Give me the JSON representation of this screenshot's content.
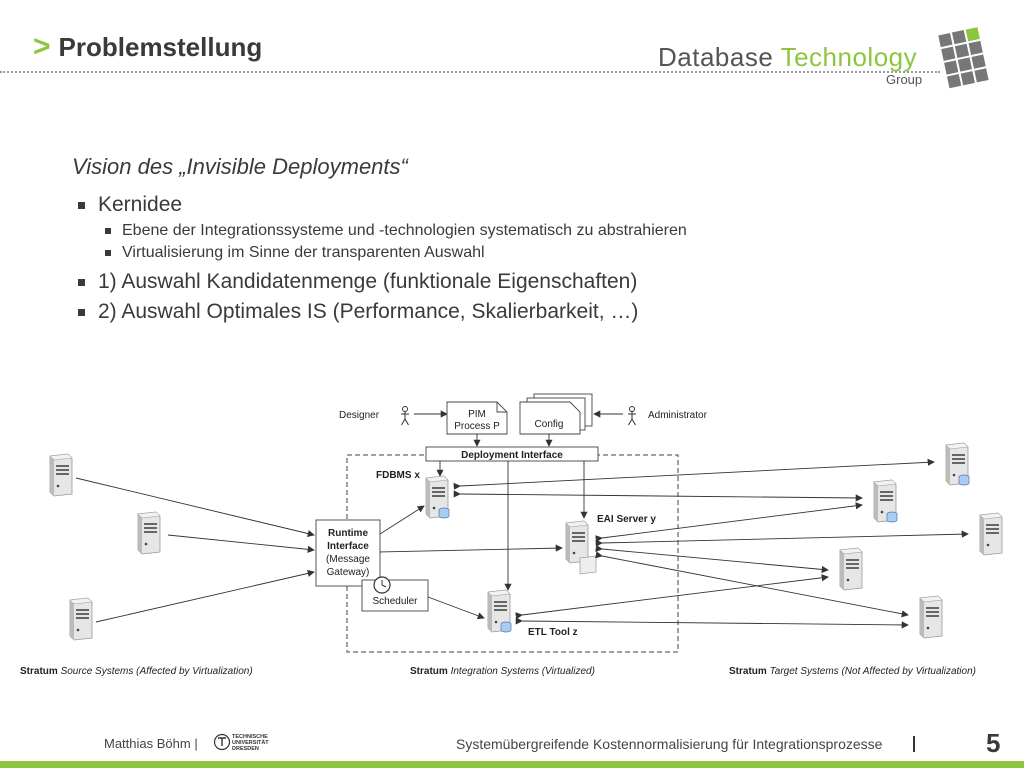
{
  "header": {
    "arrow": ">",
    "title": "Problemstellung",
    "logo_word1": "Database",
    "logo_word2": "Technology",
    "logo_group": "Group"
  },
  "content": {
    "vision": "Vision des „Invisible Deployments“",
    "bullets": [
      {
        "text": "Kernidee",
        "sub": [
          "Ebene der Integrationssysteme und -technologien systematisch zu abstrahieren",
          "Virtualisierung im Sinne der transparenten Auswahl"
        ]
      },
      {
        "text": "1) Auswahl Kandidatenmenge (funktionale Eigenschaften)"
      },
      {
        "text": "2) Auswahl Optimales IS (Performance, Skalierbarkeit, …)"
      }
    ]
  },
  "diagram": {
    "designer": "Designer",
    "administrator": "Administrator",
    "pim_line1": "PIM",
    "pim_line2": "Process P",
    "config": "Config",
    "deployment_interface": "Deployment Interface",
    "fdbms": "FDBMS x",
    "eai": "EAI Server y",
    "etl": "ETL Tool z",
    "runtime_line1": "Runtime",
    "runtime_line2": "Interface",
    "runtime_line3": "(Message",
    "runtime_line4": "Gateway)",
    "scheduler": "Scheduler",
    "stratum_word": "Stratum",
    "stratum1_desc": "Source Systems (Affected by Virtualization)",
    "stratum2_desc": "Integration Systems (Virtualized)",
    "stratum3_desc": "Target Systems (Not Affected by Virtualization)"
  },
  "footer": {
    "author": "Matthias Böhm  |",
    "tud_line1": "TECHNISCHE",
    "tud_line2": "UNIVERSITÄT",
    "tud_line3": "DRESDEN",
    "title": "Systemübergreifende Kostennormalisierung für Integrationsprozesse",
    "page": "5"
  },
  "colors": {
    "accent": "#8cc63f",
    "text": "#3a3a3a"
  }
}
